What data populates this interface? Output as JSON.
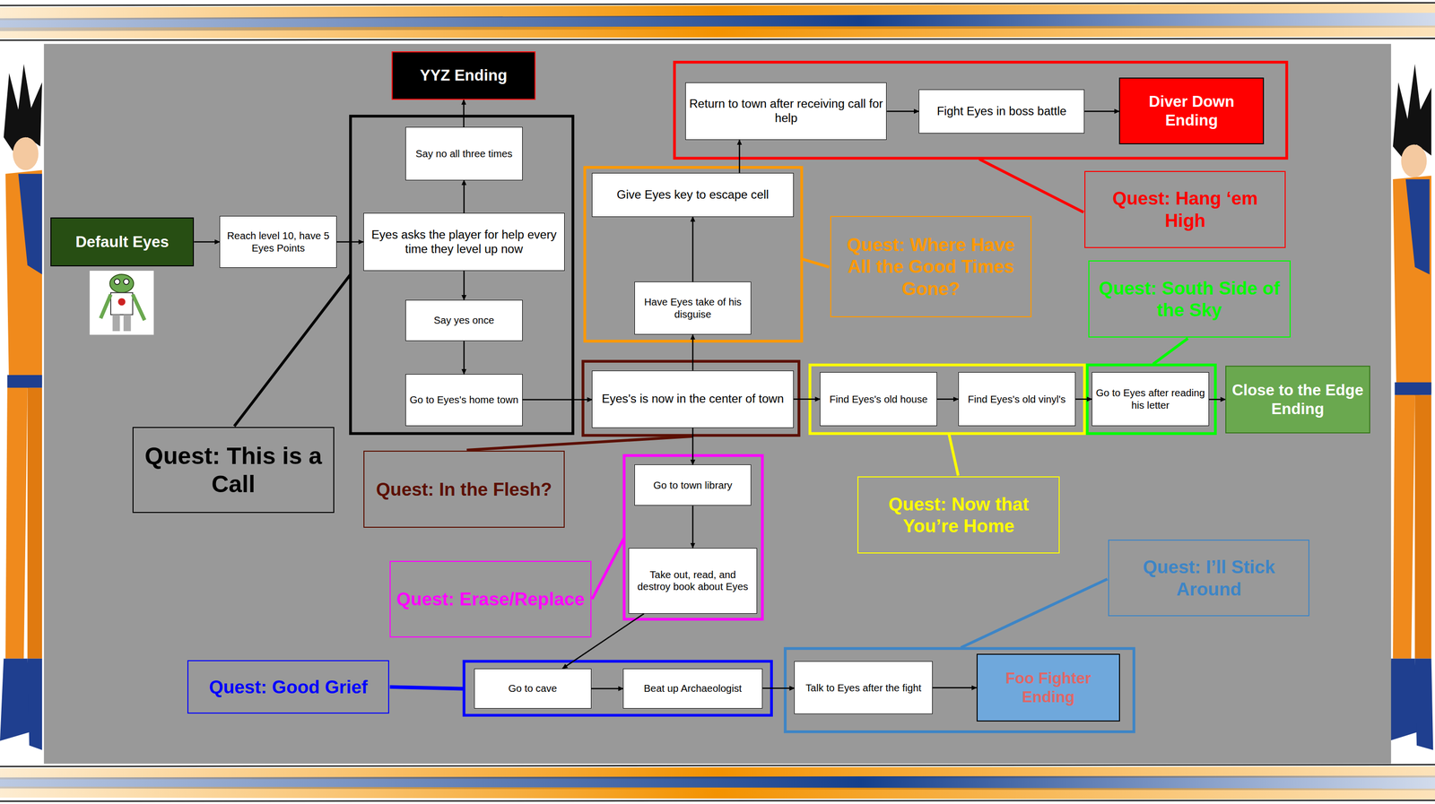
{
  "diagram": {
    "nodes": [
      {
        "text": [
          "Default Eyes"
        ]
      },
      {
        "text": [
          "Reach level 10, have 5 Eyes Points"
        ]
      },
      {
        "text": [
          "Eyes asks the player for help every time they level up now"
        ]
      },
      {
        "text": [
          "Say no all three times"
        ]
      },
      {
        "text": [
          "YYZ Ending"
        ]
      },
      {
        "text": [
          "Say yes once"
        ]
      },
      {
        "text": [
          "Go to Eyes's home town"
        ]
      },
      {
        "text": [
          "Quest: This is a Call"
        ]
      },
      {
        "text": [
          "Eyes's is now in the center of town"
        ]
      },
      {
        "text": [
          "Quest: In the Flesh?"
        ]
      },
      {
        "text": [
          "Have Eyes take of his disguise"
        ]
      },
      {
        "text": [
          "Give Eyes key to escape cell"
        ]
      },
      {
        "text": [
          "Quest: Where Have All the Good Times Gone?"
        ]
      },
      {
        "text": [
          "Return to town after receiving call for help"
        ]
      },
      {
        "text": [
          "Fight Eyes in boss battle"
        ]
      },
      {
        "text": [
          "Diver Down Ending"
        ]
      },
      {
        "text": [
          "Quest: Hang ‘em High"
        ]
      },
      {
        "text": [
          "Find Eyes's old house"
        ]
      },
      {
        "text": [
          "Find Eyes's old vinyl's"
        ]
      },
      {
        "text": [
          "Go to Eyes after reading his letter"
        ]
      },
      {
        "text": [
          "Close to the Edge Ending"
        ]
      },
      {
        "text": [
          "Quest: South Side of the Sky"
        ]
      },
      {
        "text": [
          "Quest: Now that You’re Home"
        ]
      },
      {
        "text": [
          "Go to town library"
        ]
      },
      {
        "text": [
          "Take out, read, and destroy book about Eyes"
        ]
      },
      {
        "text": [
          "Quest: Erase/Replace"
        ]
      },
      {
        "text": [
          "Quest: Good Grief"
        ]
      },
      {
        "text": [
          "Go to cave"
        ]
      },
      {
        "text": [
          "Beat up Archaeologist"
        ]
      },
      {
        "text": [
          "Talk to Eyes after the fight"
        ]
      },
      {
        "text": [
          "Foo Fighter Ending"
        ]
      },
      {
        "text": [
          "Quest: I’ll Stick Around"
        ]
      }
    ],
    "edges": [
      {
        "from": 0,
        "to": 1,
        "arrow": "to"
      },
      {
        "from": 1,
        "to": 2,
        "arrow": "to"
      },
      {
        "from": 2,
        "to": 3,
        "arrow": "to"
      },
      {
        "from": 3,
        "to": 4,
        "arrow": "to"
      },
      {
        "from": 2,
        "to": 5,
        "arrow": "to"
      },
      {
        "from": 5,
        "to": 6,
        "arrow": "to"
      },
      {
        "from": 6,
        "to": 8,
        "arrow": "to"
      },
      {
        "from": 8,
        "to": 10,
        "arrow": "to"
      },
      {
        "from": 10,
        "to": 11,
        "arrow": "to"
      },
      {
        "from": 11,
        "to": 13,
        "arrow": "to"
      },
      {
        "from": 13,
        "to": 14,
        "arrow": "to"
      },
      {
        "from": 14,
        "to": 15,
        "arrow": "to"
      },
      {
        "from": 8,
        "to": 17,
        "arrow": "to"
      },
      {
        "from": 17,
        "to": 18,
        "arrow": "to"
      },
      {
        "from": 18,
        "to": 19,
        "arrow": "to"
      },
      {
        "from": 19,
        "to": 20,
        "arrow": "to"
      },
      {
        "from": 8,
        "to": 23,
        "arrow": "to"
      },
      {
        "from": 23,
        "to": 24,
        "arrow": "to"
      },
      {
        "from": 24,
        "to": 27,
        "arrow": "to"
      },
      {
        "from": 27,
        "to": 28,
        "arrow": "to"
      },
      {
        "from": 28,
        "to": 29,
        "arrow": "to"
      },
      {
        "from": 29,
        "to": 30,
        "arrow": "to"
      }
    ]
  }
}
